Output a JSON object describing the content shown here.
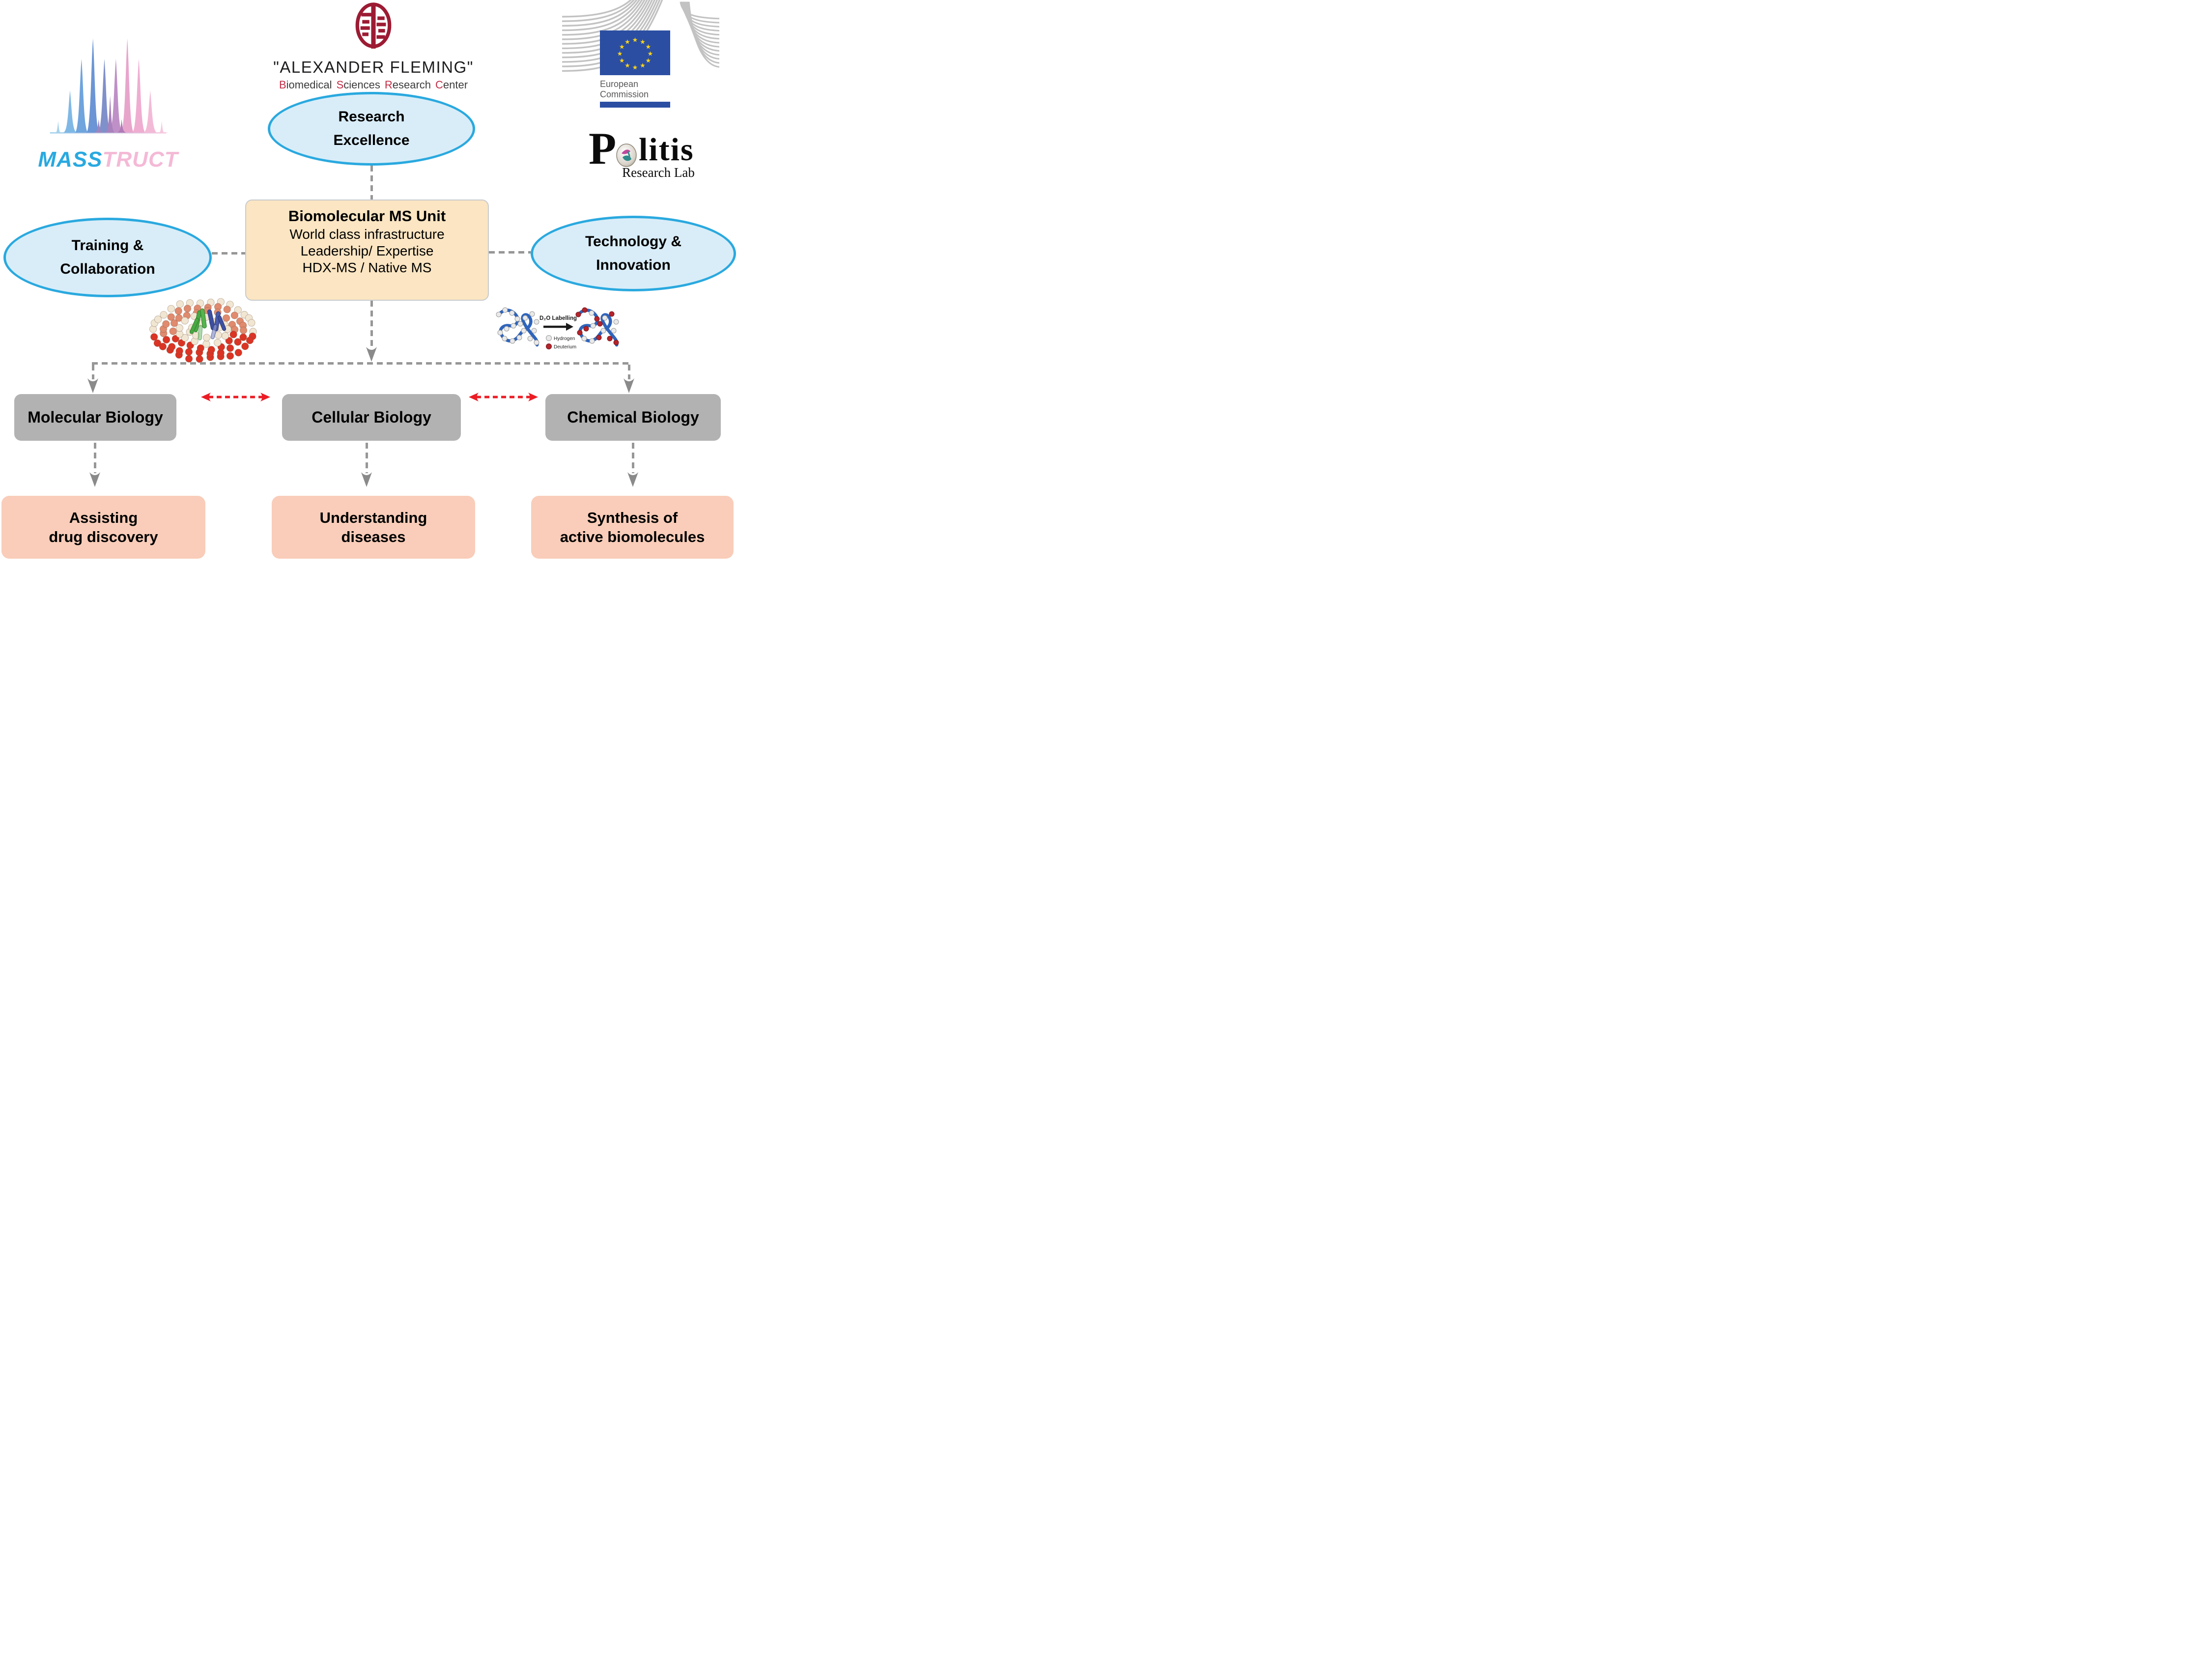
{
  "logos": {
    "masstruct": {
      "part1": "MASS",
      "part2": "TRUCT"
    },
    "fleming": {
      "title": "\"ALEXANDER FLEMING\"",
      "subtitle": [
        {
          "cap": "B",
          "rest": "iomedical"
        },
        {
          "cap": "S",
          "rest": "ciences"
        },
        {
          "cap": "R",
          "rest": "esearch"
        },
        {
          "cap": "C",
          "rest": "enter"
        }
      ]
    },
    "european_commission": {
      "name_line1": "European",
      "name_line2": "Commission"
    },
    "politis": {
      "prefix": "P",
      "suffix": "litis",
      "subtitle": "Research Lab"
    }
  },
  "ellipses": {
    "research": {
      "line1": "Research",
      "line2": "Excellence"
    },
    "training": {
      "line1": "Training &",
      "line2": "Collaboration"
    },
    "technology": {
      "line1": "Technology &",
      "line2": "Innovation"
    }
  },
  "center_box": {
    "title": "Biomolecular MS Unit",
    "line1": "World class infrastructure",
    "line2": "Leadership/ Expertise",
    "line3": "HDX-MS / Native MS"
  },
  "hdx_diagram": {
    "arrow_label": "D₂O Labelling",
    "legend_hydrogen": "Hydrogen",
    "legend_deuterium": "Deuterium"
  },
  "branches": {
    "molecular": {
      "field": "Molecular Biology",
      "outcome_line1": "Assisting",
      "outcome_line2": "drug discovery"
    },
    "cellular": {
      "field": "Cellular Biology",
      "outcome_line1": "Understanding",
      "outcome_line2": "diseases"
    },
    "chemical": {
      "field": "Chemical Biology",
      "outcome_line1": "Synthesis of",
      "outcome_line2": "active biomolecules"
    }
  },
  "colors": {
    "ellipse_border": "#2aa9df",
    "ellipse_fill": "#d9edf8",
    "center_box_fill": "#fbe5c2",
    "field_box_fill": "#b2b2b2",
    "outcome_box_fill": "#f9cdb9",
    "connector_gray": "#979797",
    "arrow_red": "#ec1c24",
    "fleming_maroon": "#9c1b33",
    "eu_blue": "#2b4ea2",
    "star_yellow": "#ffd617",
    "masstruct_blue": "#29a9e0",
    "masstruct_pink": "#f4b9d6"
  }
}
